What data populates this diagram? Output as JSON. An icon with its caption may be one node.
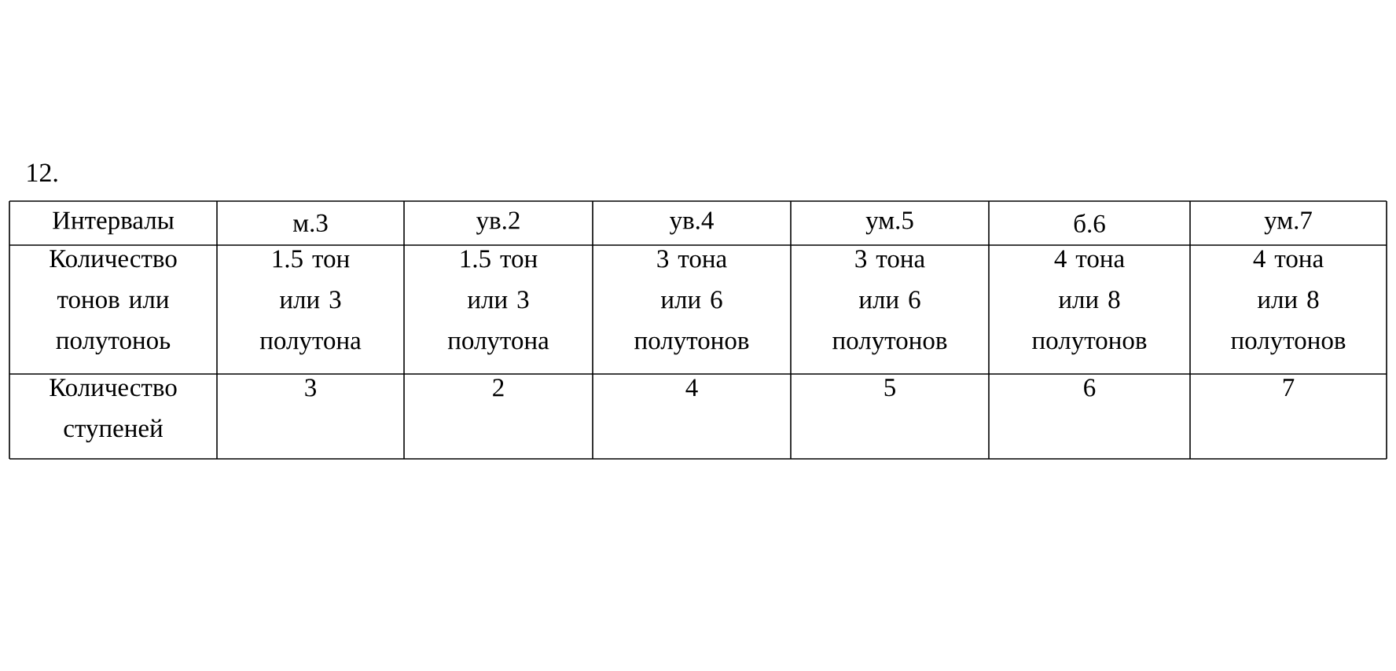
{
  "diagram": {
    "labels": [
      "12.",
      "Интервалы",
      "м.3",
      "ув.2",
      "ув.4",
      "ум.5",
      "б.6",
      "ум.7",
      "Количество тонов или полутоноь",
      "1.5 тон или 3 полутона",
      "1.5 тон или 3 полутона",
      "3 тона или 6 полутонов",
      "3 тона или 6 полутонов",
      "4 тона или 8 полутонов",
      "4 тона или 8 полутонов",
      "Количество ступеней",
      "3",
      "2",
      "4",
      "5",
      "6",
      "7"
    ]
  }
}
